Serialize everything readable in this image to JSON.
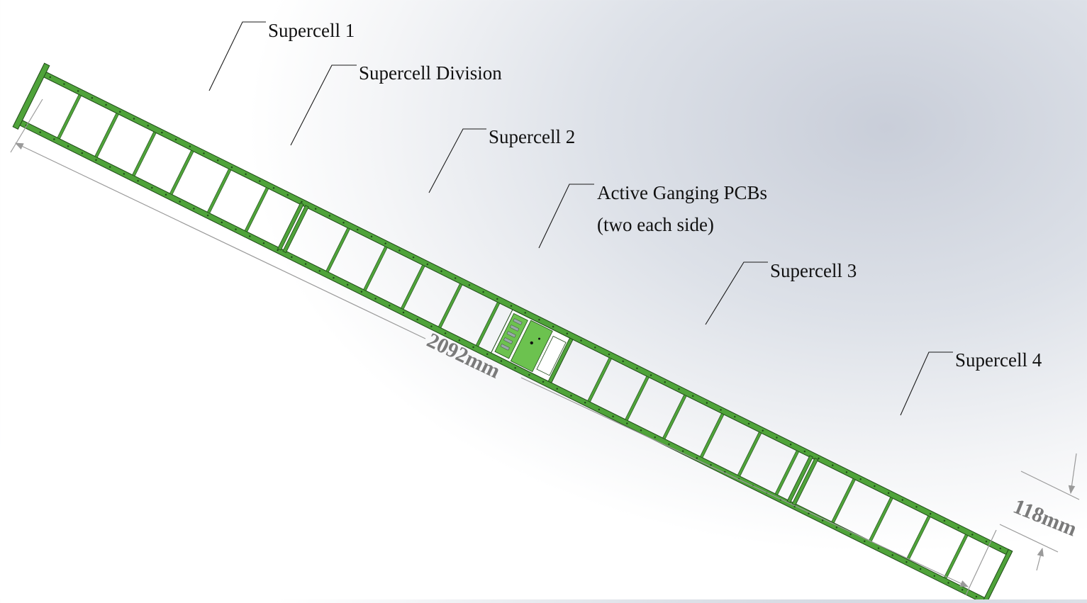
{
  "diagram": {
    "labels": {
      "supercell_1": "Supercell 1",
      "supercell_division": "Supercell Division",
      "supercell_2": "Supercell 2",
      "active_ganging_line1": "Active Ganging PCBs",
      "active_ganging_line2": "(two each side)",
      "supercell_3": "Supercell 3",
      "supercell_4": "Supercell 4"
    },
    "dimensions": {
      "length": "2092mm",
      "width": "118mm"
    },
    "colors": {
      "frame": "#4fa33a",
      "frame_dark": "#1f4a18",
      "pcb": "#6cc24f",
      "dimension": "#8a8a8a"
    }
  }
}
